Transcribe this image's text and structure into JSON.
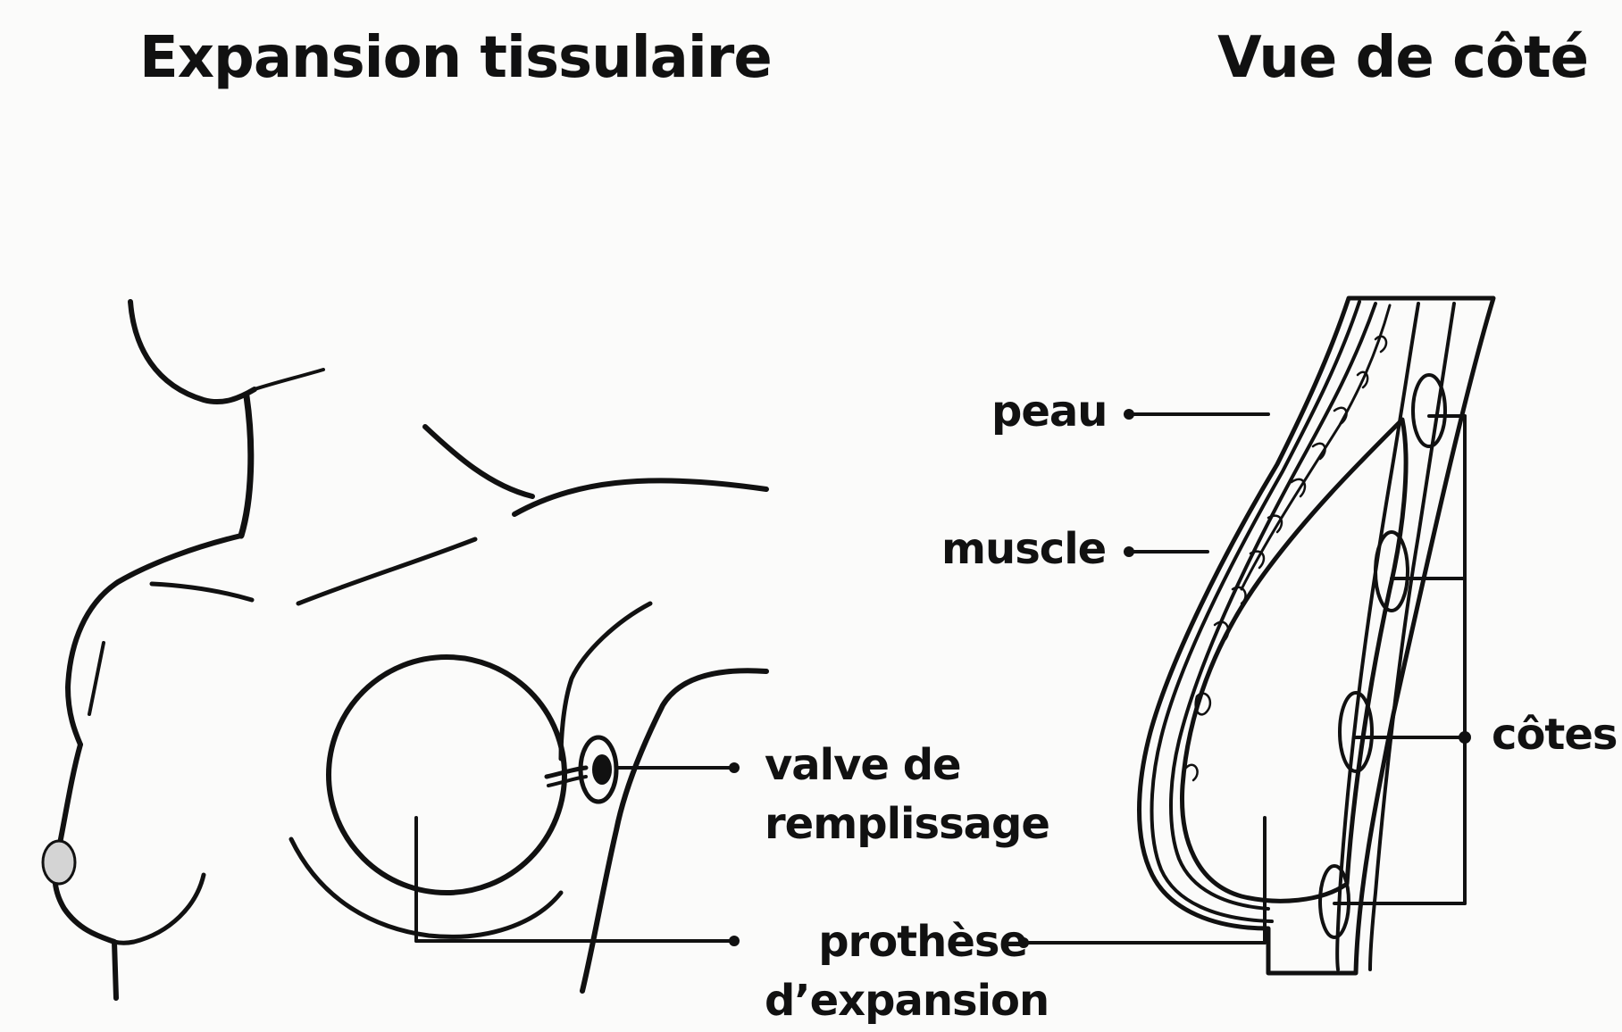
{
  "titles": {
    "left": "Expansion tissulaire",
    "right": "Vue de côté"
  },
  "labels": {
    "valve_line1": "valve de",
    "valve_line2": "remplissage",
    "prothese_line1": "prothèse",
    "prothese_line2": "d’expansion",
    "peau": "peau",
    "muscle": "muscle",
    "cotes": "côtes"
  }
}
